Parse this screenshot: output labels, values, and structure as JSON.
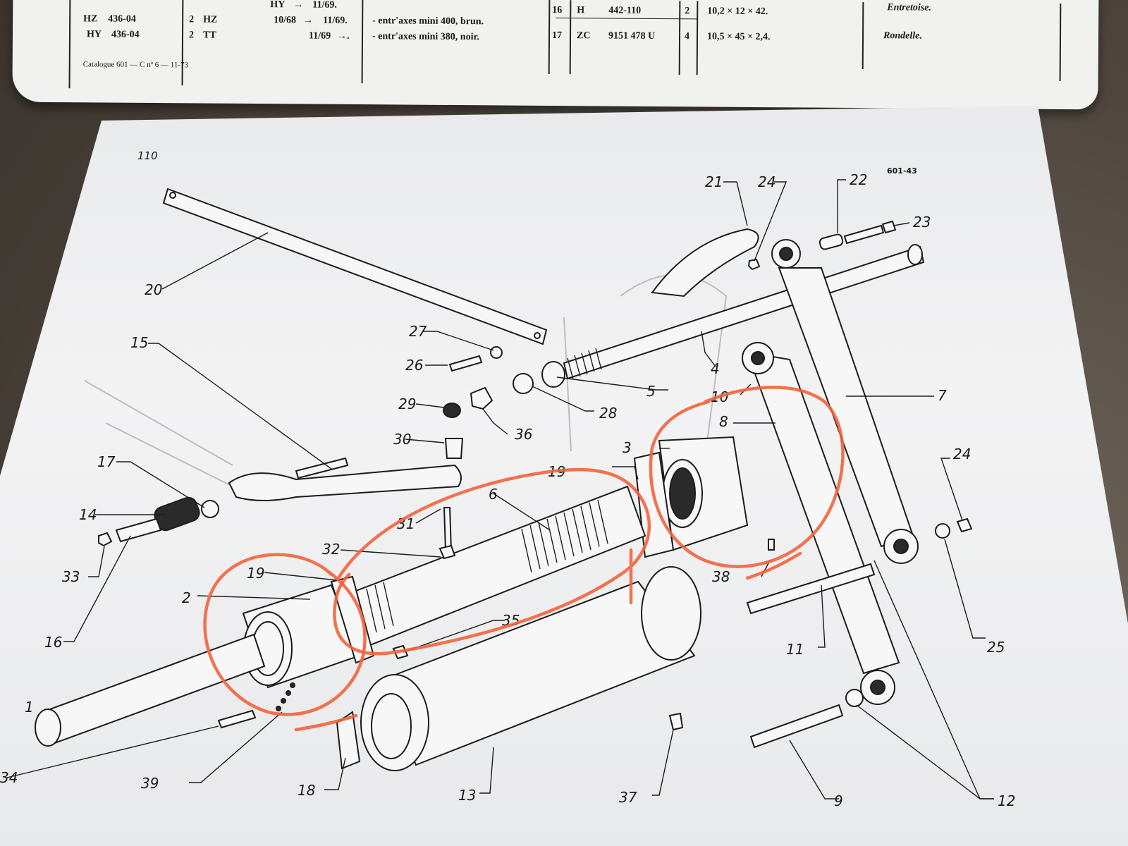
{
  "top_table": {
    "left_rows": [
      {
        "c1": "HZ",
        "c2": "436-04",
        "c3": "2",
        "c4": "HZ"
      },
      {
        "c1": "HY",
        "c2": "436-04",
        "c3": "2",
        "c4": "TT"
      }
    ],
    "mid_rows": [
      {
        "from": "HY",
        "to": "11/69."
      },
      {
        "from": "10/68",
        "to": "11/69."
      },
      {
        "from": "",
        "to": "11/69"
      }
    ],
    "notes": [
      "- entr'axes mini 400, brun.",
      "- entr'axes mini 380, noir."
    ],
    "right_rows": [
      {
        "num": "16",
        "code": "H",
        "ref": "442-110",
        "qty": "2",
        "dims": "10,2 × 12 × 42.",
        "desc": "Entretoise."
      },
      {
        "num": "17",
        "code": "ZC",
        "ref": "9151 478 U",
        "qty": "4",
        "dims": "10,5 × 45 × 2,4.",
        "desc": "Rondelle."
      }
    ],
    "footer": "Catalogue 601 — C nº 6 — 11-73"
  },
  "page": {
    "number": "110",
    "figure_code": "601-43"
  },
  "callouts": {
    "c1": "1",
    "c2": "2",
    "c3": "3",
    "c4": "4",
    "c5": "5",
    "c6": "6",
    "c7": "7",
    "c8": "8",
    "c9": "9",
    "c10": "10",
    "c11": "11",
    "c12": "12",
    "c13": "13",
    "c14": "14",
    "c15": "15",
    "c16": "16",
    "c17": "17",
    "c18": "18",
    "c19a": "19",
    "c19b": "19",
    "c20": "20",
    "c21": "21",
    "c22": "22",
    "c23": "23",
    "c24a": "24",
    "c24b": "24",
    "c25": "25",
    "c26": "26",
    "c27": "27",
    "c28": "28",
    "c29": "29",
    "c30": "30",
    "c31": "31",
    "c32": "32",
    "c33": "33",
    "c34": "34",
    "c35": "35",
    "c36": "36",
    "c37": "37",
    "c38": "38",
    "c39": "39"
  },
  "colors": {
    "ink": "#1c1c1c",
    "highlight": "#f2633c",
    "paper": "#f3f3f4"
  }
}
